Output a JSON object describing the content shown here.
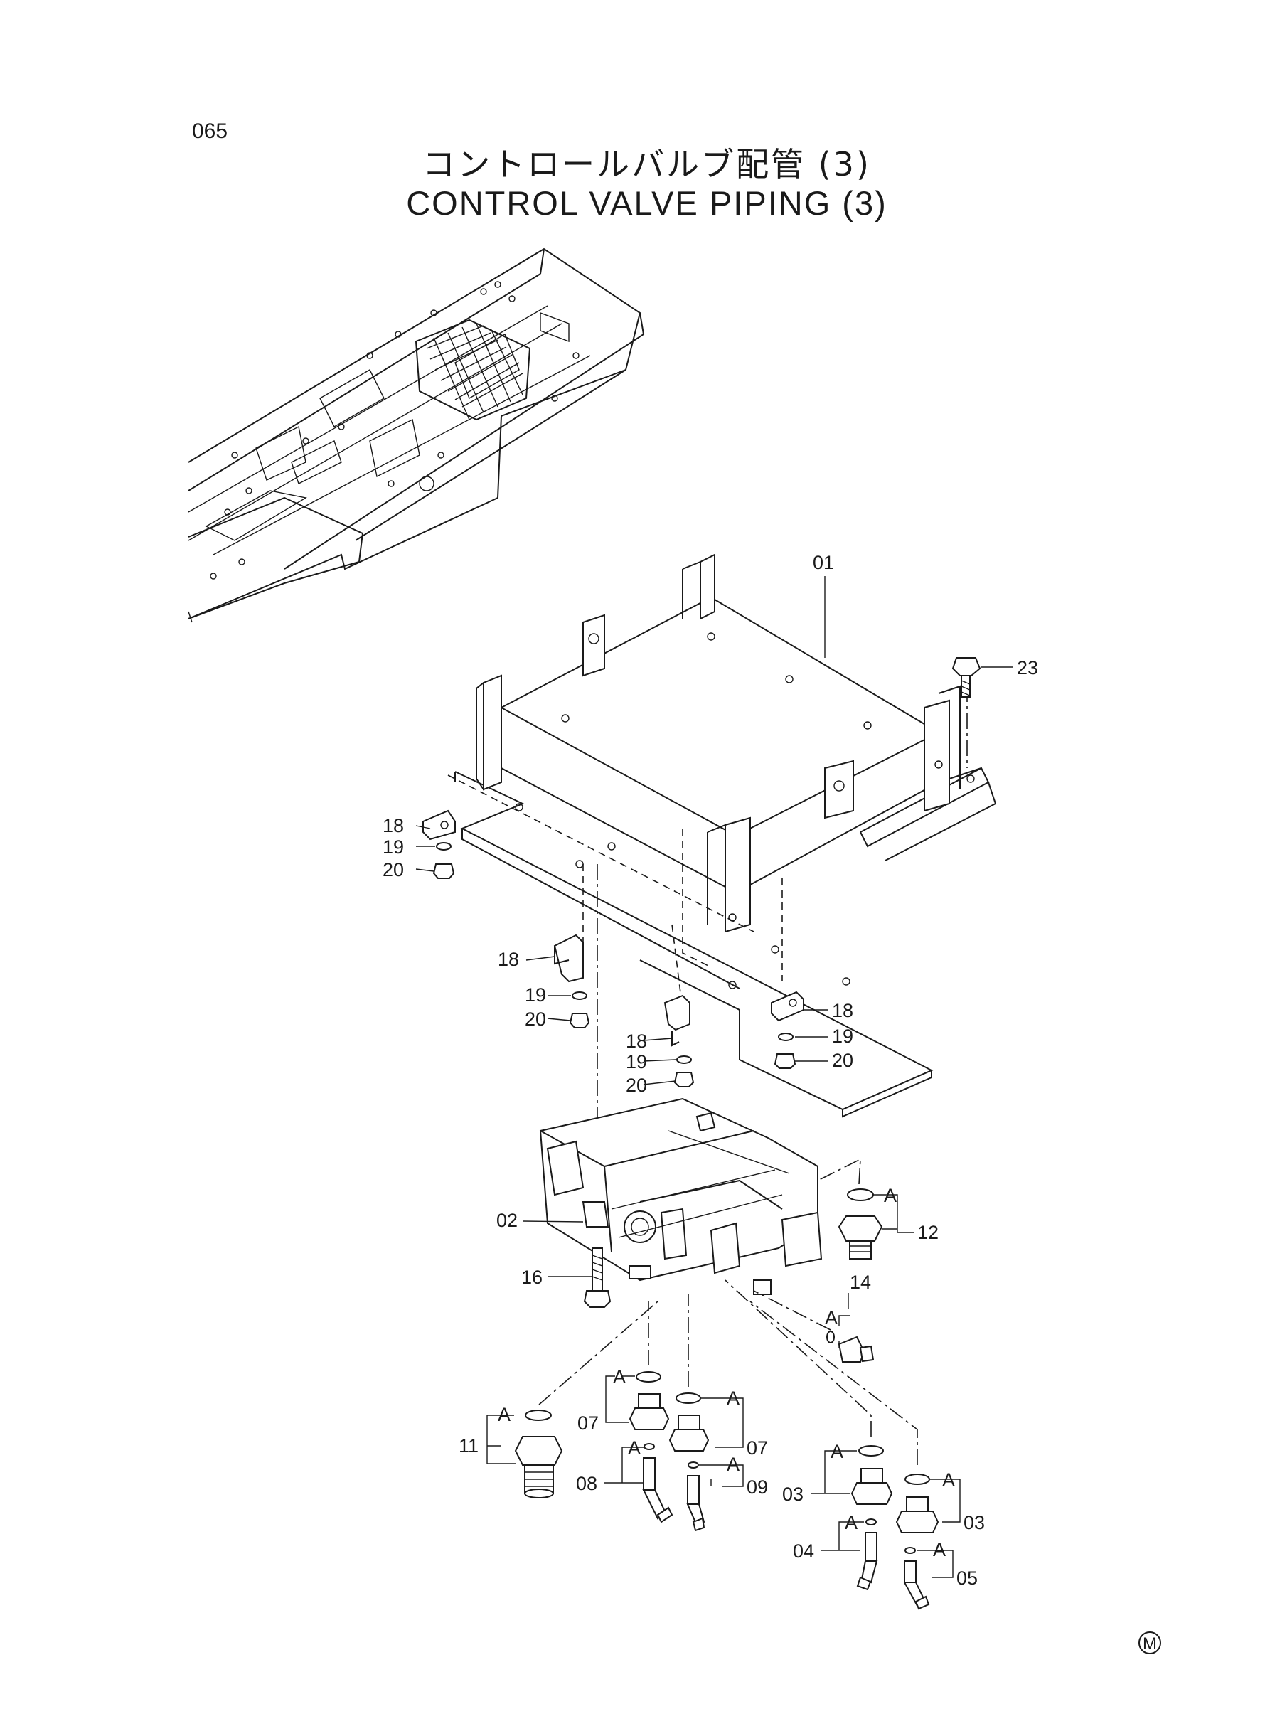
{
  "page_number": "065",
  "title_jp": "コントロールバルブ配管 (3)",
  "title_en": "CONTROL VALVE PIPING (3)",
  "mark_symbol": "M",
  "callouts": {
    "c01": "01",
    "c23": "23",
    "c18a": "18",
    "c19a": "19",
    "c20a": "20",
    "c18b": "18",
    "c19b": "19",
    "c20b": "20",
    "c18c": "18",
    "c19c": "19",
    "c20c": "20",
    "c18d": "18",
    "c19d": "19",
    "c20d": "20",
    "c02": "02",
    "c16": "16",
    "c12": "12",
    "c14": "14",
    "c11": "11",
    "c07a": "07",
    "c07b": "07",
    "c08": "08",
    "c09": "09",
    "c03a": "03",
    "c03b": "03",
    "c04": "04",
    "c05": "05"
  },
  "ring_label": "A"
}
